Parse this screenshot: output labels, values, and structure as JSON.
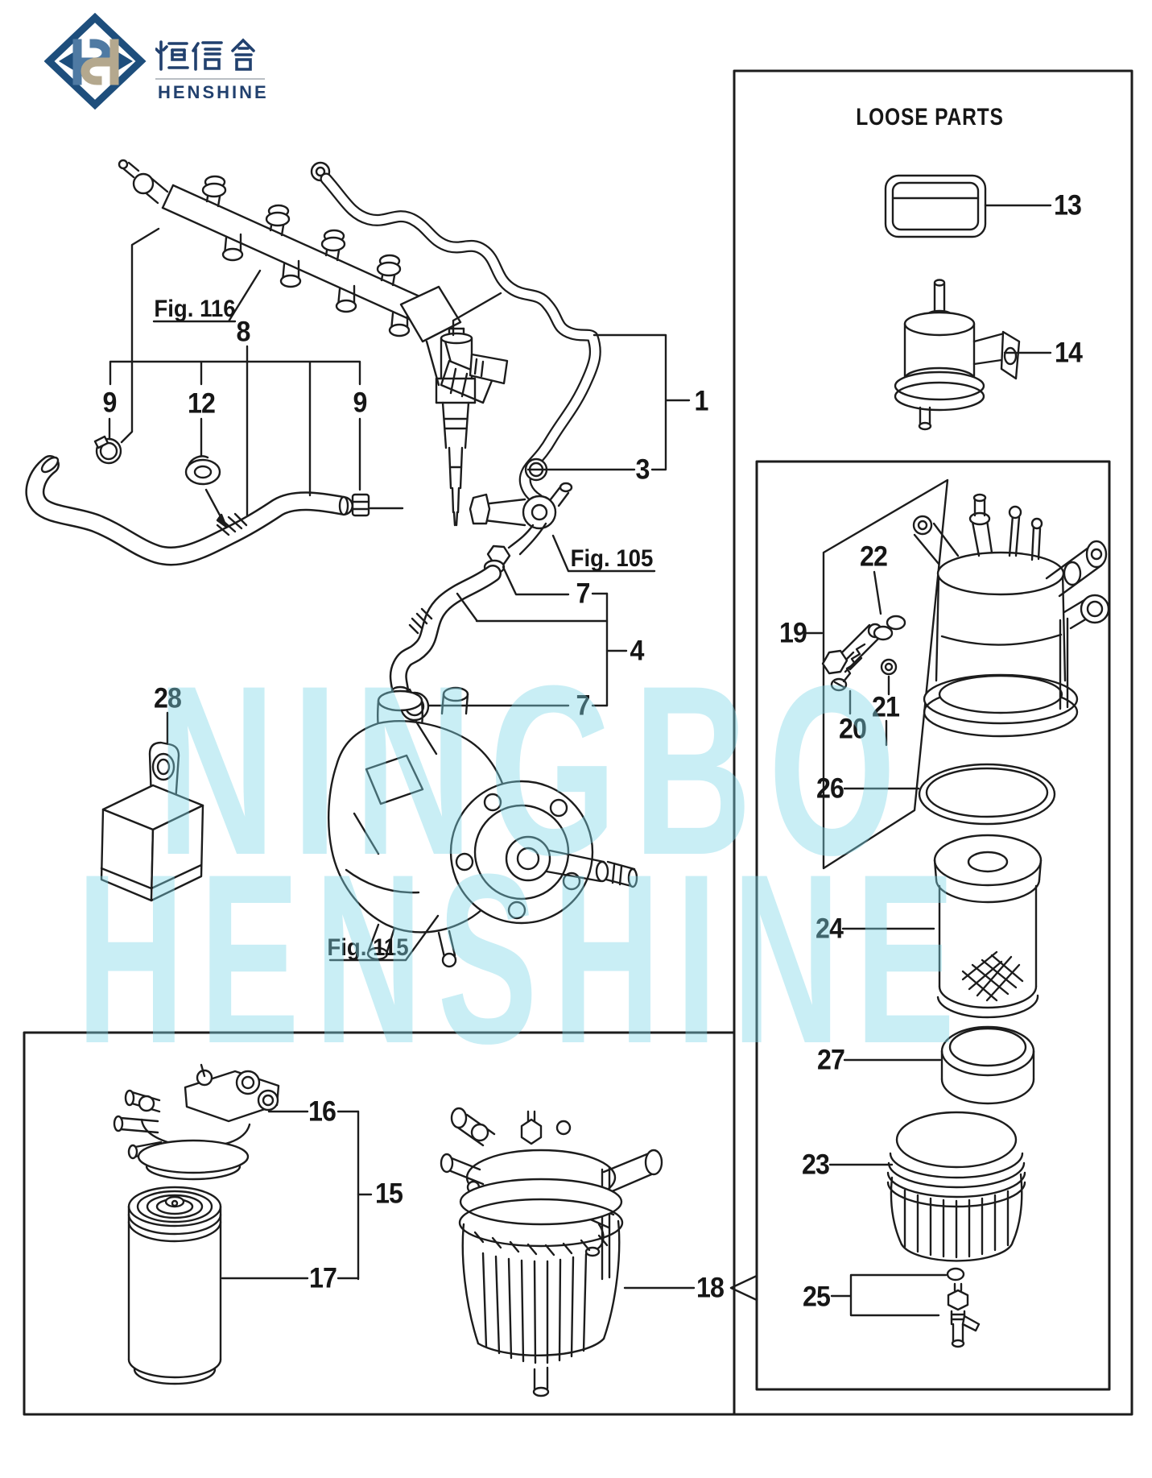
{
  "logo": {
    "chinese_name": "恒信合",
    "english_name": "HENSHINE"
  },
  "watermark": {
    "line1": "NINGBO",
    "line2": "HENSHINE"
  },
  "sections": {
    "loose_parts_title": "LOOSE PARTS"
  },
  "figure_refs": {
    "fig116": "Fig. 116",
    "fig105": "Fig. 105",
    "fig115": "Fig. 115"
  },
  "callouts": {
    "c1": "1",
    "c3": "3",
    "c4": "4",
    "c7_top": "7",
    "c7_bottom": "7",
    "c8": "8",
    "c9_left": "9",
    "c9_right": "9",
    "c12": "12",
    "c13": "13",
    "c14": "14",
    "c15": "15",
    "c16": "16",
    "c17": "17",
    "c18": "18",
    "c19": "19",
    "c20": "20",
    "c21": "21",
    "c22": "22",
    "c23": "23",
    "c24": "24",
    "c25": "25",
    "c26": "26",
    "c27": "27",
    "c28": "28"
  },
  "colors": {
    "line": "#1c1c1c",
    "brand_navy": "#1e4e7c",
    "brand_steel_blue": "#4f7aa3",
    "brand_tan": "#b4a88e",
    "logo_text": "#21406e",
    "watermark_cyan": "#7fd7e7"
  }
}
